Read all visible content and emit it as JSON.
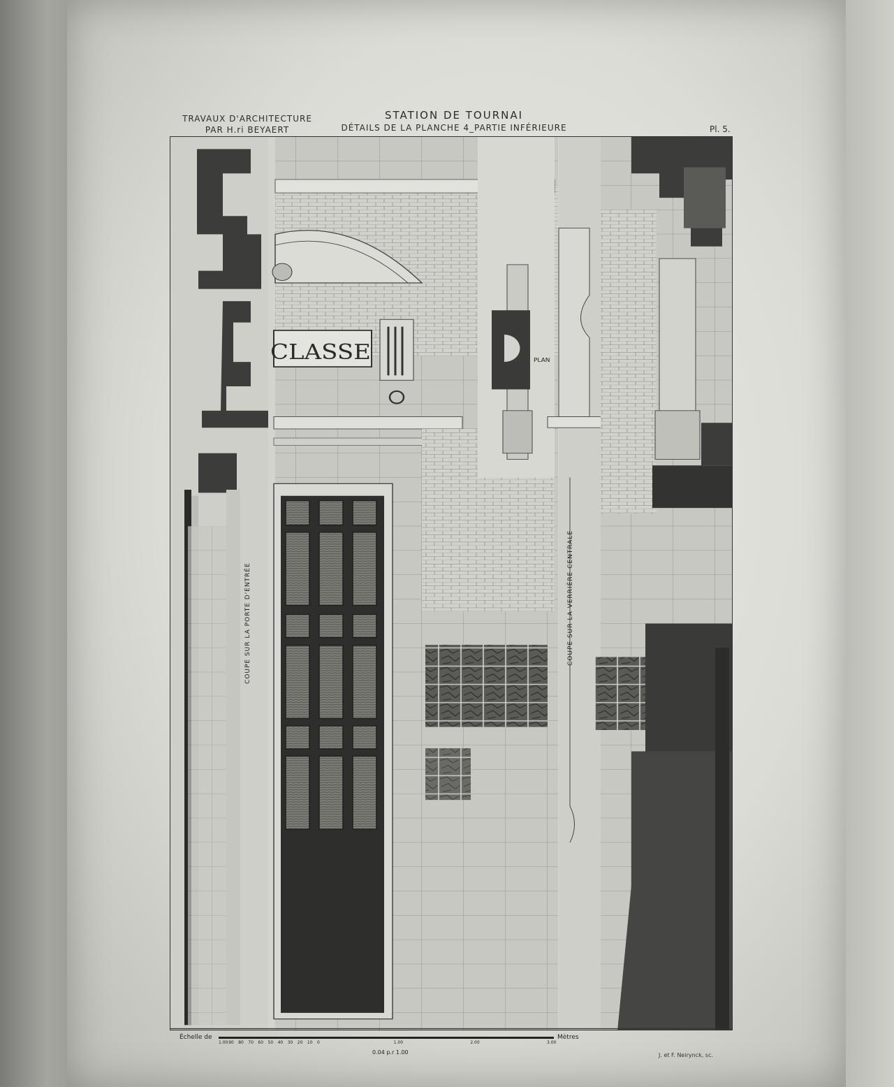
{
  "header": {
    "left_line1": "TRAVAUX D'ARCHITECTURE",
    "left_line2": "PAR H.ri BEYAERT",
    "title": "STATION DE TOURNAI",
    "subtitle": "DÉTAILS DE LA PLANCHE 4_PARTIE INFÉRIEURE",
    "plate": "Pl. 5."
  },
  "drawing": {
    "sign_text": "CLASSE",
    "plan_label": "PLAN",
    "section_left": "COUPE SUR LA PORTE D'ENTRÉE",
    "section_right": "COUPE SUR LA VERRIÈRE CENTRALE"
  },
  "scale": {
    "label": "Échelle de",
    "ratio": "0.04 p.r 1.00",
    "ticks": [
      "1.00",
      "90",
      "80",
      "70",
      "60",
      "50",
      "40",
      "30",
      "20",
      "10",
      "0",
      "1.00",
      "2.00",
      "3.00"
    ],
    "unit": "Mètres"
  },
  "credit": "J. et F. Neirynck, sc."
}
